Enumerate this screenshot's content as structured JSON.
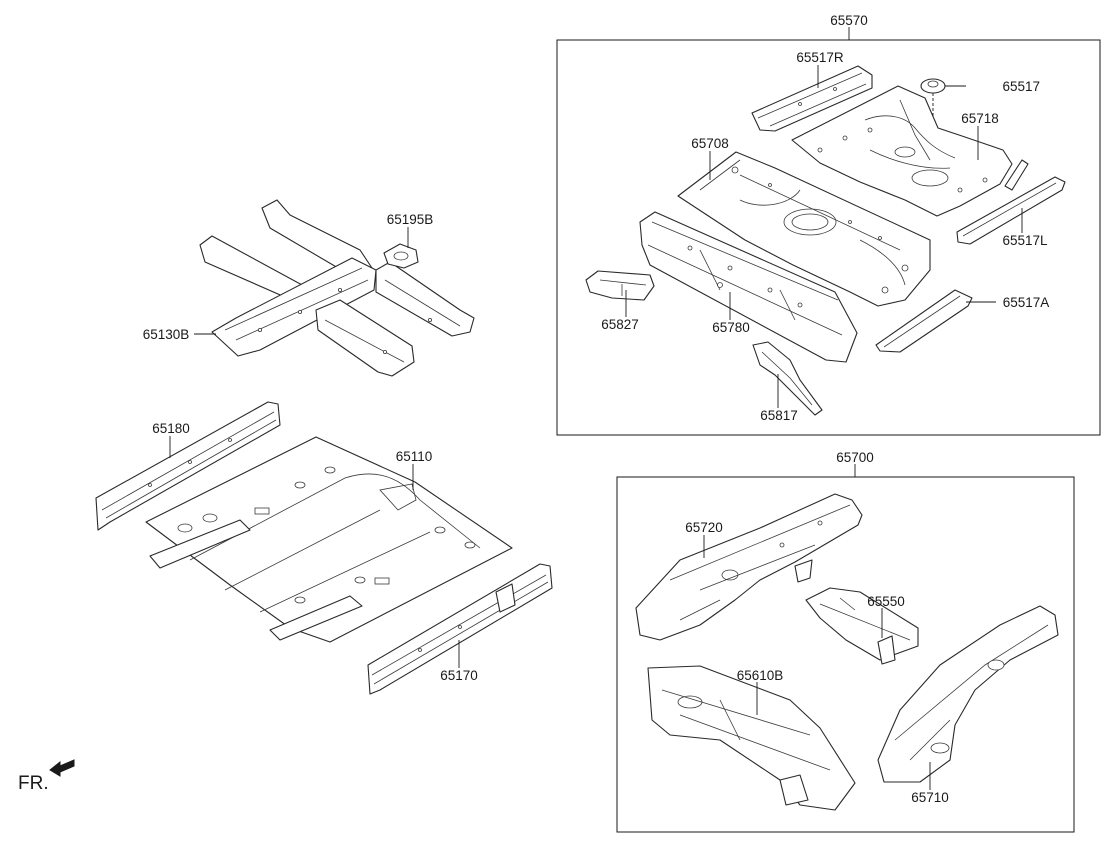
{
  "diagram": {
    "labels": {
      "p65570": "65570",
      "p65517R": "65517R",
      "p65517": "65517",
      "p65718": "65718",
      "p65708": "65708",
      "p65517L": "65517L",
      "p65827": "65827",
      "p65780": "65780",
      "p65517A": "65517A",
      "p65817": "65817",
      "p65195B": "65195B",
      "p65130B": "65130B",
      "p65180": "65180",
      "p65110": "65110",
      "p65170": "65170",
      "p65700": "65700",
      "p65720": "65720",
      "p65550": "65550",
      "p65610B": "65610B",
      "p65710": "65710"
    },
    "front_indicator": "FR."
  }
}
